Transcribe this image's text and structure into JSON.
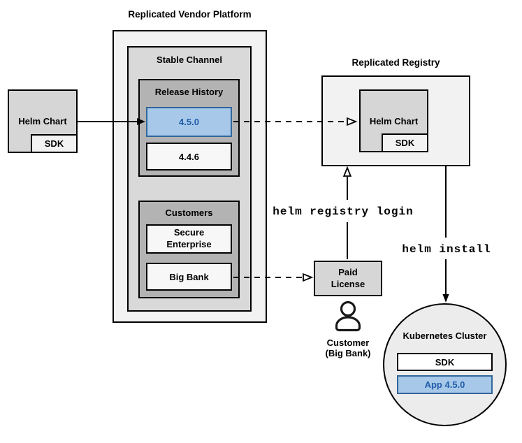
{
  "colors": {
    "container_light": "#f2f2f2",
    "panel_medium": "#d9d9d9",
    "panel_dark": "#b3b3b3",
    "item_light": "#f7f7f7",
    "box_gray": "#d6d6d6",
    "circle_fill": "#ececec",
    "highlight_blue_fill": "#a7c8e9",
    "highlight_blue_border": "#31669a",
    "highlight_blue_text": "#1f5da8",
    "line_black": "#000000"
  },
  "vendor_helm_chart": {
    "label": "Helm Chart",
    "sdk_label": "SDK"
  },
  "platform": {
    "title": "Replicated Vendor Platform",
    "stable_channel": {
      "label": "Stable Channel",
      "release_history": {
        "label": "Release History",
        "releases": [
          {
            "version": "4.5.0",
            "highlighted": true
          },
          {
            "version": "4.4.6",
            "highlighted": false
          }
        ]
      },
      "customers": {
        "label": "Customers",
        "items": [
          "Secure Enterprise",
          "Big Bank"
        ]
      }
    }
  },
  "registry": {
    "title": "Replicated Registry",
    "helm_chart": {
      "label": "Helm Chart",
      "sdk_label": "SDK"
    }
  },
  "paid_license": {
    "label": "Paid License"
  },
  "customer": {
    "icon": "person-icon",
    "label_line1": "Customer",
    "label_line2": "(Big Bank)"
  },
  "cluster": {
    "title": "Kubernetes Cluster",
    "sdk_label": "SDK",
    "app_label": "App 4.5.0"
  },
  "commands": {
    "registry_login": "helm registry login",
    "install": "helm install"
  }
}
